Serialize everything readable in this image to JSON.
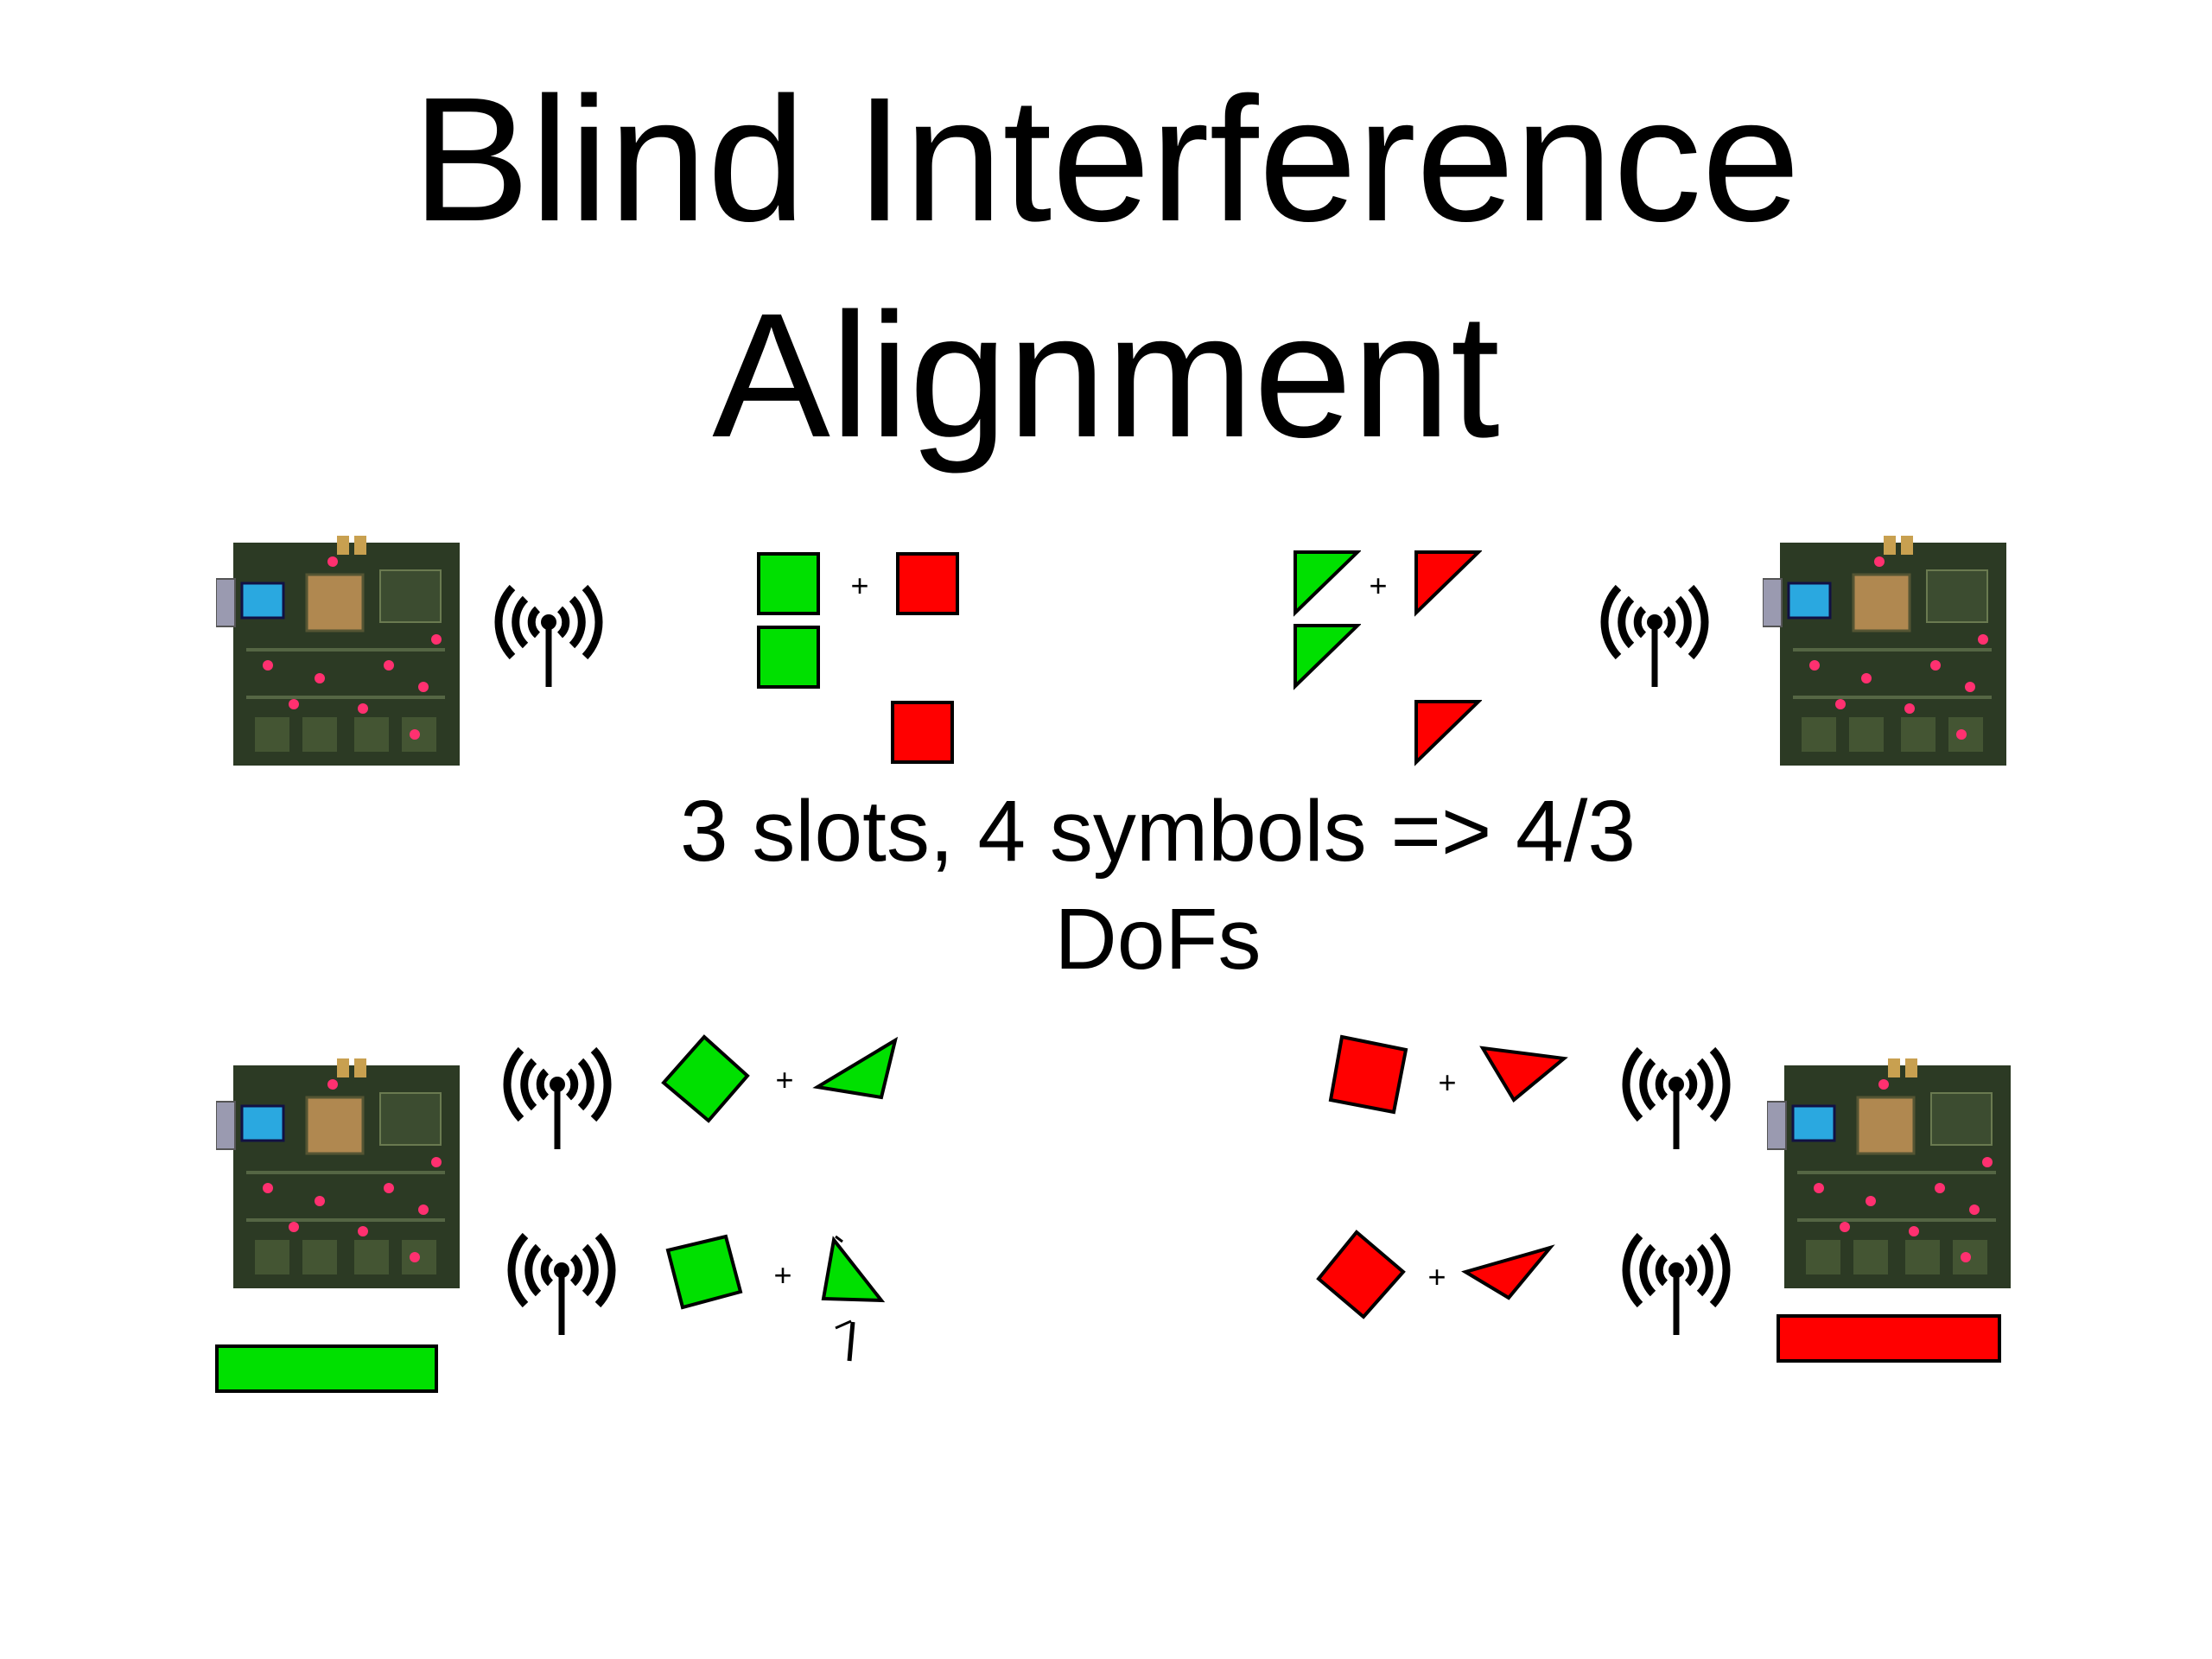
{
  "slide": {
    "title_line1": "Blind Interference",
    "title_line2": "Alignment",
    "caption_line1": "3 slots, 4 symbols => 4/3",
    "caption_line2": "DoFs",
    "plus": "+"
  },
  "colors": {
    "green": "#00e000",
    "red": "#ff0000",
    "board": "#2c3a24",
    "text": "#000000"
  },
  "icons": [
    "board-photo",
    "antenna-icon",
    "square-symbol",
    "triangle-symbol",
    "rate-bar"
  ]
}
